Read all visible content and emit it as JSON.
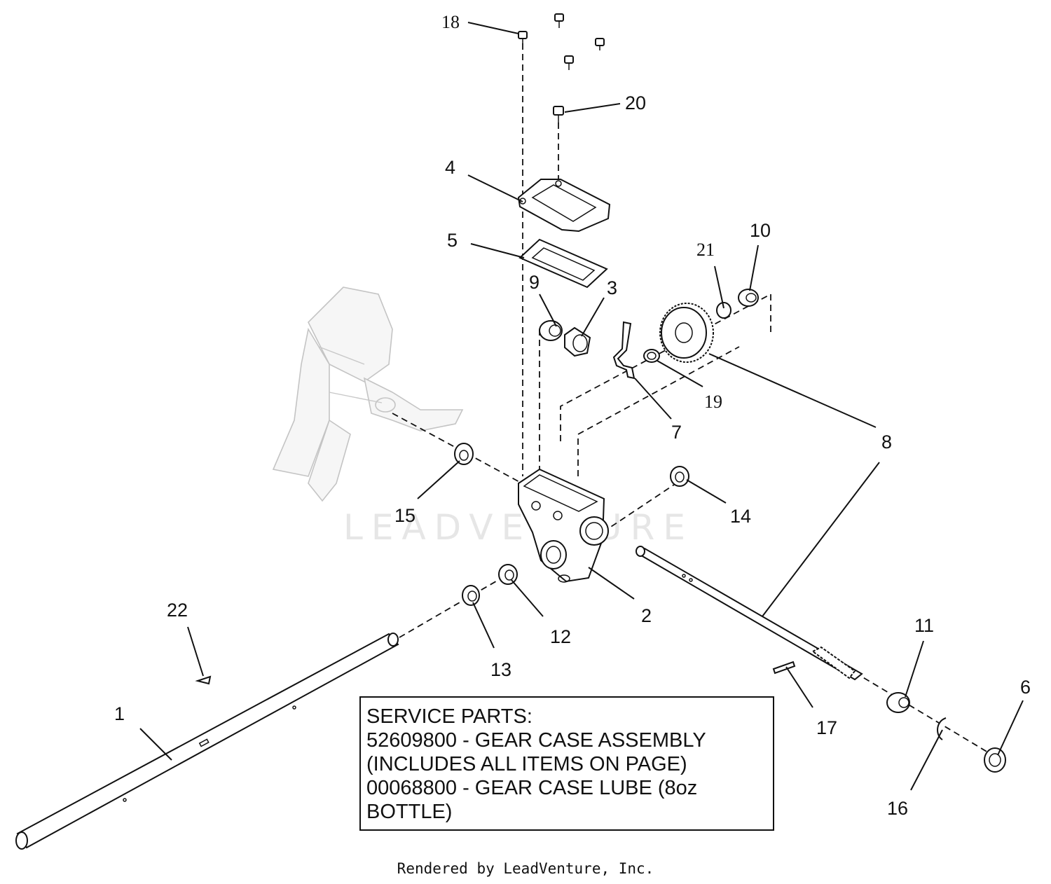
{
  "watermark": "LEADVENTURE",
  "callouts": [
    {
      "id": "1",
      "text": "1"
    },
    {
      "id": "2",
      "text": "2"
    },
    {
      "id": "3",
      "text": "3"
    },
    {
      "id": "4",
      "text": "4"
    },
    {
      "id": "5",
      "text": "5"
    },
    {
      "id": "6",
      "text": "6"
    },
    {
      "id": "7",
      "text": "7"
    },
    {
      "id": "8",
      "text": "8"
    },
    {
      "id": "9",
      "text": "9"
    },
    {
      "id": "10",
      "text": "10"
    },
    {
      "id": "11",
      "text": "11"
    },
    {
      "id": "12",
      "text": "12"
    },
    {
      "id": "13",
      "text": "13"
    },
    {
      "id": "14",
      "text": "14"
    },
    {
      "id": "15",
      "text": "15"
    },
    {
      "id": "16",
      "text": "16"
    },
    {
      "id": "17",
      "text": "17"
    },
    {
      "id": "18",
      "text": "18"
    },
    {
      "id": "19",
      "text": "19"
    },
    {
      "id": "20",
      "text": "20"
    },
    {
      "id": "21",
      "text": "21"
    },
    {
      "id": "22",
      "text": "22"
    }
  ],
  "service_box": {
    "lines": [
      "SERVICE PARTS:",
      "52609800 - GEAR CASE ASSEMBLY",
      "(INCLUDES ALL ITEMS ON PAGE)",
      "00068800 - GEAR CASE LUBE (8oz",
      "BOTTLE)"
    ]
  },
  "footer": "Rendered by LeadVenture, Inc."
}
